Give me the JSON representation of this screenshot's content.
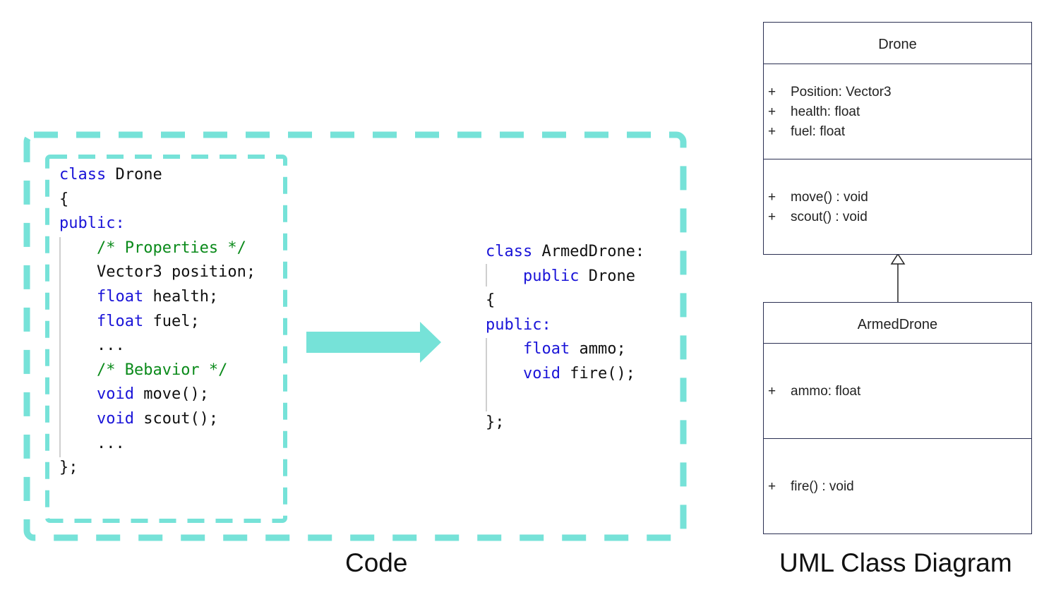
{
  "code_panel": {
    "caption": "Code",
    "accent_color": "#76e2d8",
    "base_class": {
      "lines": [
        {
          "indent": "",
          "parts": [
            {
              "t": "class",
              "k": "kw"
            },
            {
              "t": " Drone",
              "k": ""
            }
          ]
        },
        {
          "indent": "",
          "parts": [
            {
              "t": "{",
              "k": ""
            }
          ]
        },
        {
          "indent": "",
          "parts": [
            {
              "t": "public:",
              "k": "kw"
            }
          ]
        },
        {
          "indent": "    ",
          "parts": [
            {
              "t": "/* Properties */",
              "k": "cm"
            }
          ]
        },
        {
          "indent": "    ",
          "parts": [
            {
              "t": "Vector3 position;",
              "k": ""
            }
          ]
        },
        {
          "indent": "    ",
          "parts": [
            {
              "t": "float",
              "k": "kw"
            },
            {
              "t": " health;",
              "k": ""
            }
          ]
        },
        {
          "indent": "    ",
          "parts": [
            {
              "t": "float",
              "k": "kw"
            },
            {
              "t": " fuel;",
              "k": ""
            }
          ]
        },
        {
          "indent": "    ",
          "parts": [
            {
              "t": "...",
              "k": ""
            }
          ]
        },
        {
          "indent": "    ",
          "parts": [
            {
              "t": "/* Bebavior */",
              "k": "cm"
            }
          ]
        },
        {
          "indent": "    ",
          "parts": [
            {
              "t": "void",
              "k": "kw"
            },
            {
              "t": " move();",
              "k": ""
            }
          ]
        },
        {
          "indent": "    ",
          "parts": [
            {
              "t": "void",
              "k": "kw"
            },
            {
              "t": " scout();",
              "k": ""
            }
          ]
        },
        {
          "indent": "    ",
          "parts": [
            {
              "t": "...",
              "k": ""
            }
          ]
        },
        {
          "indent": "",
          "parts": [
            {
              "t": "};",
              "k": ""
            }
          ]
        }
      ]
    },
    "derived_class": {
      "lines": [
        {
          "indent": "",
          "parts": [
            {
              "t": "class",
              "k": "kw"
            },
            {
              "t": " ArmedDrone:",
              "k": ""
            }
          ]
        },
        {
          "indent": "    ",
          "parts": [
            {
              "t": "public",
              "k": "kw"
            },
            {
              "t": " Drone",
              "k": ""
            }
          ]
        },
        {
          "indent": "",
          "parts": [
            {
              "t": "{",
              "k": ""
            }
          ]
        },
        {
          "indent": "",
          "parts": [
            {
              "t": "public:",
              "k": "kw"
            }
          ]
        },
        {
          "indent": "    ",
          "parts": [
            {
              "t": "float",
              "k": "kw"
            },
            {
              "t": " ammo;",
              "k": ""
            }
          ]
        },
        {
          "indent": "    ",
          "parts": [
            {
              "t": "void",
              "k": "kw"
            },
            {
              "t": " fire();",
              "k": ""
            }
          ]
        },
        {
          "indent": "",
          "parts": [
            {
              "t": "",
              "k": ""
            }
          ]
        },
        {
          "indent": "",
          "parts": [
            {
              "t": "};",
              "k": ""
            }
          ]
        }
      ]
    }
  },
  "uml": {
    "caption": "UML Class Diagram",
    "classes": [
      {
        "name": "Drone",
        "attributes": [
          {
            "vis": "+",
            "text": "Position: Vector3"
          },
          {
            "vis": "+",
            "text": "health: float"
          },
          {
            "vis": "+",
            "text": "fuel: float"
          }
        ],
        "operations": [
          {
            "vis": "+",
            "text": "move() : void"
          },
          {
            "vis": "+",
            "text": "scout() : void"
          }
        ]
      },
      {
        "name": "ArmedDrone",
        "attributes": [
          {
            "vis": "+",
            "text": "ammo: float"
          }
        ],
        "operations": [
          {
            "vis": "+",
            "text": "fire() : void"
          }
        ]
      }
    ],
    "relationship": "inheritance: ArmedDrone -> Drone"
  }
}
